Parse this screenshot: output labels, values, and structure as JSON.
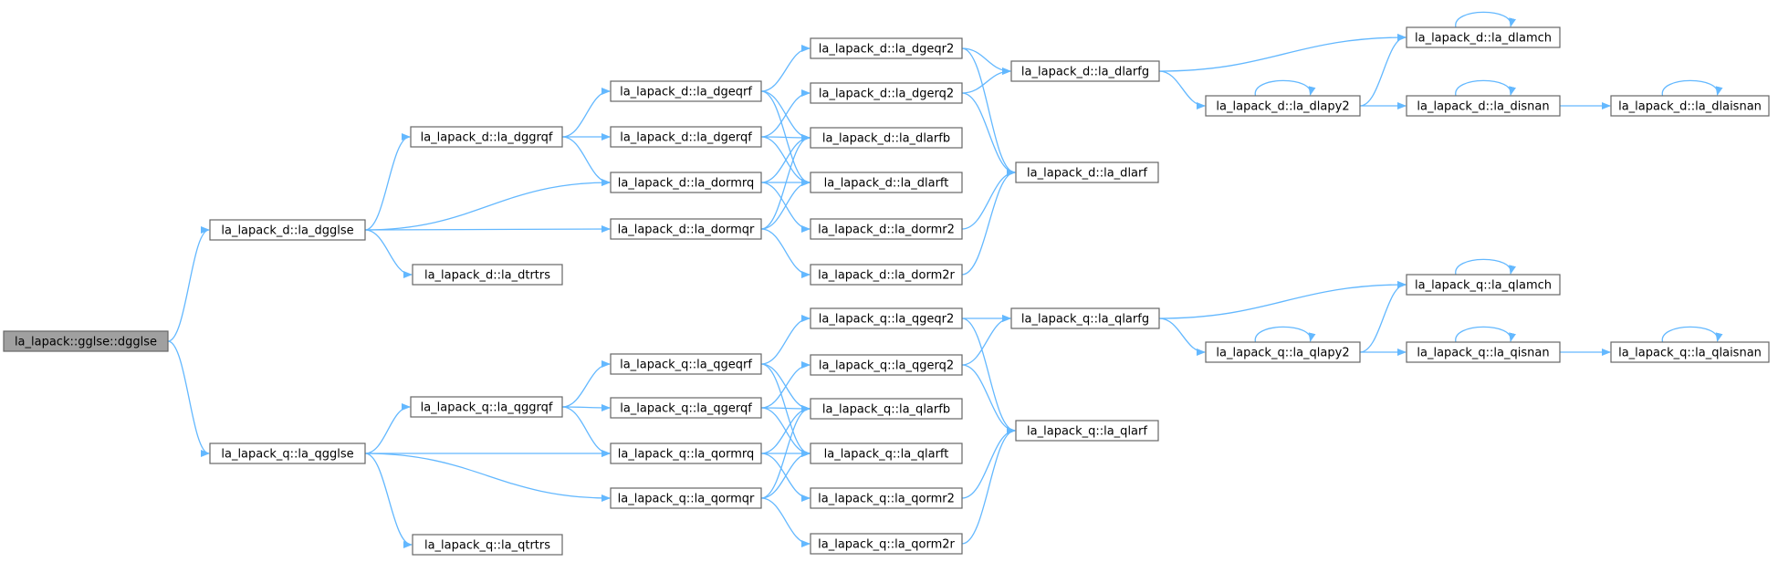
{
  "colors": {
    "edge": "#63b8ff",
    "node_border": "#666666",
    "root_fill": "#a0a0a0",
    "node_fill": "#ffffff"
  },
  "nodes": [
    {
      "id": "root",
      "label": "la_lapack::gglse::dgglse",
      "root": true
    },
    {
      "id": "d_dgglse",
      "label": "la_lapack_d::la_dgglse"
    },
    {
      "id": "d_dggrqf",
      "label": "la_lapack_d::la_dggrqf"
    },
    {
      "id": "d_dtrtrs",
      "label": "la_lapack_d::la_dtrtrs"
    },
    {
      "id": "d_dgeqrf",
      "label": "la_lapack_d::la_dgeqrf"
    },
    {
      "id": "d_dgerqf",
      "label": "la_lapack_d::la_dgerqf"
    },
    {
      "id": "d_dormrq",
      "label": "la_lapack_d::la_dormrq"
    },
    {
      "id": "d_dormqr",
      "label": "la_lapack_d::la_dormqr"
    },
    {
      "id": "d_dgeqr2",
      "label": "la_lapack_d::la_dgeqr2"
    },
    {
      "id": "d_dgerq2",
      "label": "la_lapack_d::la_dgerq2"
    },
    {
      "id": "d_dlarfb",
      "label": "la_lapack_d::la_dlarfb"
    },
    {
      "id": "d_dlarft",
      "label": "la_lapack_d::la_dlarft"
    },
    {
      "id": "d_dormr2",
      "label": "la_lapack_d::la_dormr2"
    },
    {
      "id": "d_dorm2r",
      "label": "la_lapack_d::la_dorm2r"
    },
    {
      "id": "d_dlarfg",
      "label": "la_lapack_d::la_dlarfg"
    },
    {
      "id": "d_dlarf",
      "label": "la_lapack_d::la_dlarf"
    },
    {
      "id": "d_dlapy2",
      "label": "la_lapack_d::la_dlapy2"
    },
    {
      "id": "d_dlamch",
      "label": "la_lapack_d::la_dlamch"
    },
    {
      "id": "d_disnan",
      "label": "la_lapack_d::la_disnan"
    },
    {
      "id": "d_dlaisnan",
      "label": "la_lapack_d::la_dlaisnan"
    },
    {
      "id": "q_qgglse",
      "label": "la_lapack_q::la_qgglse"
    },
    {
      "id": "q_qggrqf",
      "label": "la_lapack_q::la_qggrqf"
    },
    {
      "id": "q_qtrtrs",
      "label": "la_lapack_q::la_qtrtrs"
    },
    {
      "id": "q_qgeqrf",
      "label": "la_lapack_q::la_qgeqrf"
    },
    {
      "id": "q_qgerqf",
      "label": "la_lapack_q::la_qgerqf"
    },
    {
      "id": "q_qormrq",
      "label": "la_lapack_q::la_qormrq"
    },
    {
      "id": "q_qormqr",
      "label": "la_lapack_q::la_qormqr"
    },
    {
      "id": "q_qgeqr2",
      "label": "la_lapack_q::la_qgeqr2"
    },
    {
      "id": "q_qgerq2",
      "label": "la_lapack_q::la_qgerq2"
    },
    {
      "id": "q_qlarfb",
      "label": "la_lapack_q::la_qlarfb"
    },
    {
      "id": "q_qlarft",
      "label": "la_lapack_q::la_qlarft"
    },
    {
      "id": "q_qormr2",
      "label": "la_lapack_q::la_qormr2"
    },
    {
      "id": "q_qorm2r",
      "label": "la_lapack_q::la_qorm2r"
    },
    {
      "id": "q_qlarfg",
      "label": "la_lapack_q::la_qlarfg"
    },
    {
      "id": "q_qlarf",
      "label": "la_lapack_q::la_qlarf"
    },
    {
      "id": "q_qlapy2",
      "label": "la_lapack_q::la_qlapy2"
    },
    {
      "id": "q_qlamch",
      "label": "la_lapack_q::la_qlamch"
    },
    {
      "id": "q_qisnan",
      "label": "la_lapack_q::la_qisnan"
    },
    {
      "id": "q_qlaisnan",
      "label": "la_lapack_q::la_qlaisnan"
    }
  ],
  "edges": [
    [
      "root",
      "d_dgglse"
    ],
    [
      "root",
      "q_qgglse"
    ],
    [
      "d_dgglse",
      "d_dggrqf"
    ],
    [
      "d_dgglse",
      "d_dormrq"
    ],
    [
      "d_dgglse",
      "d_dormqr"
    ],
    [
      "d_dgglse",
      "d_dtrtrs"
    ],
    [
      "d_dggrqf",
      "d_dgeqrf"
    ],
    [
      "d_dggrqf",
      "d_dgerqf"
    ],
    [
      "d_dggrqf",
      "d_dormrq"
    ],
    [
      "d_dgeqrf",
      "d_dgeqr2"
    ],
    [
      "d_dgeqrf",
      "d_dlarfb"
    ],
    [
      "d_dgeqrf",
      "d_dlarft"
    ],
    [
      "d_dgerqf",
      "d_dgerq2"
    ],
    [
      "d_dgerqf",
      "d_dlarfb"
    ],
    [
      "d_dgerqf",
      "d_dlarft"
    ],
    [
      "d_dormrq",
      "d_dlarfb"
    ],
    [
      "d_dormrq",
      "d_dlarft"
    ],
    [
      "d_dormrq",
      "d_dormr2"
    ],
    [
      "d_dormqr",
      "d_dlarfb"
    ],
    [
      "d_dormqr",
      "d_dlarft"
    ],
    [
      "d_dormqr",
      "d_dorm2r"
    ],
    [
      "d_dgeqr2",
      "d_dlarfg"
    ],
    [
      "d_dgeqr2",
      "d_dlarf"
    ],
    [
      "d_dgerq2",
      "d_dlarfg"
    ],
    [
      "d_dgerq2",
      "d_dlarf"
    ],
    [
      "d_dormr2",
      "d_dlarf"
    ],
    [
      "d_dorm2r",
      "d_dlarf"
    ],
    [
      "d_dlarfg",
      "d_dlamch"
    ],
    [
      "d_dlarfg",
      "d_dlapy2"
    ],
    [
      "d_dlapy2",
      "d_dlamch"
    ],
    [
      "d_dlapy2",
      "d_dlapy2"
    ],
    [
      "d_dlapy2",
      "d_disnan"
    ],
    [
      "d_dlamch",
      "d_dlamch"
    ],
    [
      "d_disnan",
      "d_disnan"
    ],
    [
      "d_disnan",
      "d_dlaisnan"
    ],
    [
      "d_dlaisnan",
      "d_dlaisnan"
    ],
    [
      "q_qgglse",
      "q_qggrqf"
    ],
    [
      "q_qgglse",
      "q_qormrq"
    ],
    [
      "q_qgglse",
      "q_qormqr"
    ],
    [
      "q_qgglse",
      "q_qtrtrs"
    ],
    [
      "q_qggrqf",
      "q_qgeqrf"
    ],
    [
      "q_qggrqf",
      "q_qgerqf"
    ],
    [
      "q_qggrqf",
      "q_qormrq"
    ],
    [
      "q_qgeqrf",
      "q_qgeqr2"
    ],
    [
      "q_qgeqrf",
      "q_qlarfb"
    ],
    [
      "q_qgeqrf",
      "q_qlarft"
    ],
    [
      "q_qgerqf",
      "q_qgerq2"
    ],
    [
      "q_qgerqf",
      "q_qlarfb"
    ],
    [
      "q_qgerqf",
      "q_qlarft"
    ],
    [
      "q_qormrq",
      "q_qlarfb"
    ],
    [
      "q_qormrq",
      "q_qlarft"
    ],
    [
      "q_qormrq",
      "q_qormr2"
    ],
    [
      "q_qormqr",
      "q_qlarfb"
    ],
    [
      "q_qormqr",
      "q_qlarft"
    ],
    [
      "q_qormqr",
      "q_qorm2r"
    ],
    [
      "q_qgeqr2",
      "q_qlarfg"
    ],
    [
      "q_qgeqr2",
      "q_qlarf"
    ],
    [
      "q_qgerq2",
      "q_qlarfg"
    ],
    [
      "q_qgerq2",
      "q_qlarf"
    ],
    [
      "q_qormr2",
      "q_qlarf"
    ],
    [
      "q_qorm2r",
      "q_qlarf"
    ],
    [
      "q_qlarfg",
      "q_qlamch"
    ],
    [
      "q_qlarfg",
      "q_qlapy2"
    ],
    [
      "q_qlapy2",
      "q_qlamch"
    ],
    [
      "q_qlapy2",
      "q_qlapy2"
    ],
    [
      "q_qlapy2",
      "q_qisnan"
    ],
    [
      "q_qlamch",
      "q_qlamch"
    ],
    [
      "q_qisnan",
      "q_qisnan"
    ],
    [
      "q_qisnan",
      "q_qlaisnan"
    ],
    [
      "q_qlaisnan",
      "q_qlaisnan"
    ]
  ]
}
